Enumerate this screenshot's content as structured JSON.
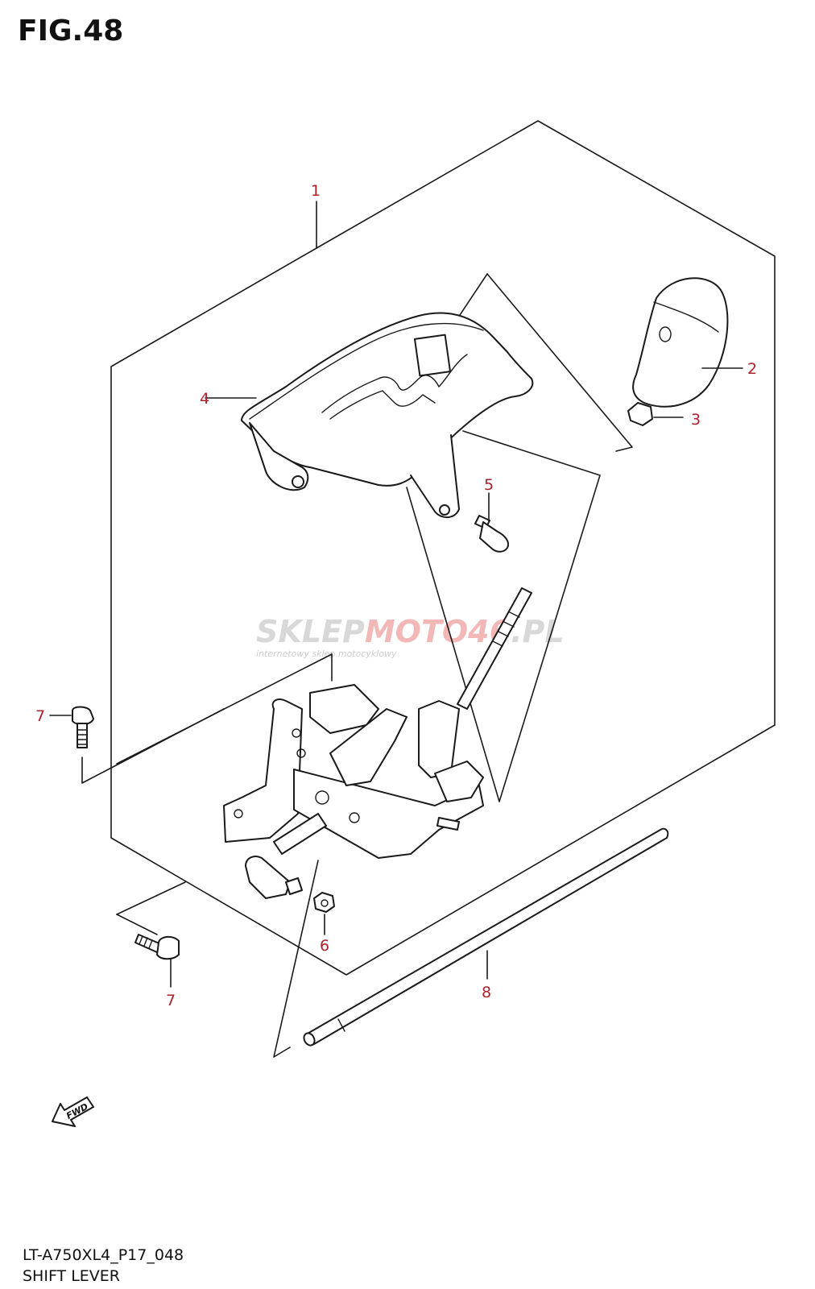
{
  "figure": {
    "title": "FIG.48",
    "model_code": "LT-A750XL4_P17_048",
    "name": "SHIFT LEVER"
  },
  "callouts": [
    {
      "number": "1",
      "part": "shift-lever-assembly"
    },
    {
      "number": "2",
      "part": "knob"
    },
    {
      "number": "3",
      "part": "nut"
    },
    {
      "number": "4",
      "part": "cover"
    },
    {
      "number": "5",
      "part": "bolt"
    },
    {
      "number": "6",
      "part": "nut"
    },
    {
      "number": "7",
      "part": "bolt-left"
    },
    {
      "number": "7",
      "part": "bolt-lower"
    },
    {
      "number": "8",
      "part": "rod"
    }
  ],
  "fwd_label": "FWD",
  "watermark": {
    "main_gray": "SKLEP",
    "main_red": "MOTO46",
    "suffix": ".PL",
    "sub": "internetowy sklep motocyklowy"
  },
  "colors": {
    "callout": "#b0202a",
    "line": "#1a1a1a",
    "watermark_gray": "#d8d8d8",
    "watermark_red": "#f2b8b8"
  }
}
